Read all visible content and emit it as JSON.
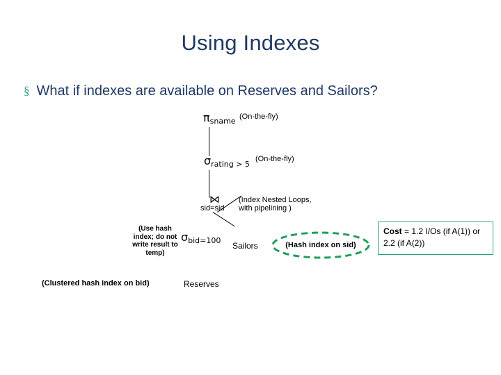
{
  "slide": {
    "title": "Using Indexes",
    "bullet": {
      "marker": "§",
      "text": "What if indexes are available on Reserves and Sailors?"
    }
  },
  "diagram": {
    "projection": {
      "symbol": "π",
      "subscript": "sname",
      "annotation": "(On-the-fly)"
    },
    "selection_rating": {
      "symbol": "σ",
      "subscript": "rating > 5",
      "annotation": "(On-the-fly)"
    },
    "join": {
      "symbol": "⋈",
      "subscript": "sid=sid",
      "annotation_line1": "(Index Nested Loops,",
      "annotation_line2": "with pipelining )"
    },
    "selection_bid": {
      "symbol": "σ",
      "subscript": "bid=100"
    },
    "left_note": "(Use hash index; do not write result to temp)",
    "left_relation": "Reserves",
    "left_relation_note": "(Clustered hash index on bid)",
    "right_relation": "Sailors",
    "right_relation_note": "(Hash index on sid)",
    "cost_box": {
      "label": "Cost",
      "text": " = 1.2 I/Os (if A(1)) or 2.2 (if A(2))"
    }
  },
  "colors": {
    "title": "#1f3864",
    "bullet_marker": "#2e9e8f",
    "accent_green": "#2e9e8f",
    "text": "#000000",
    "background": "#ffffff"
  }
}
